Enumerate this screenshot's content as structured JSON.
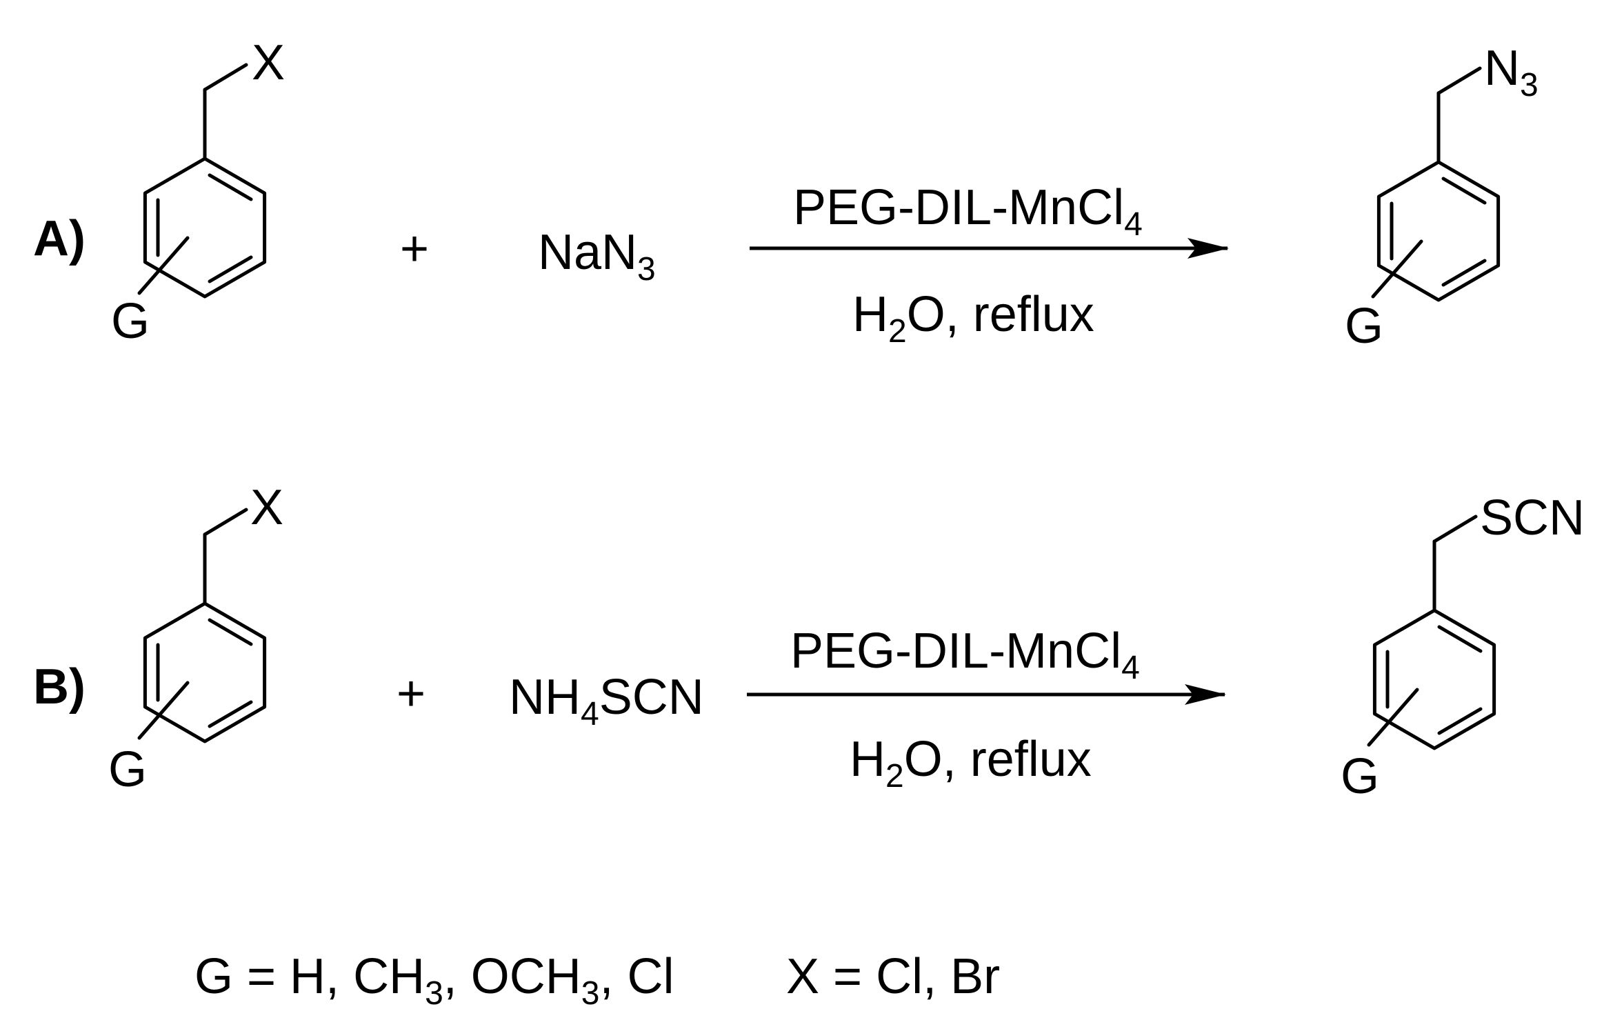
{
  "reaction_a": {
    "label": "A)",
    "reactant_leaving_group": "X",
    "reactant_substituent": "G",
    "plus": "+",
    "reagent": {
      "main": "NaN",
      "sub": "3"
    },
    "catalyst": {
      "main": "PEG-DIL-MnCl",
      "sub": "4"
    },
    "conditions": {
      "pre": "H",
      "sub": "2",
      "post": "O, reflux"
    },
    "product_group": {
      "main": "N",
      "sub": "3"
    },
    "product_substituent": "G"
  },
  "reaction_b": {
    "label": "B)",
    "reactant_leaving_group": "X",
    "reactant_substituent": "G",
    "plus": "+",
    "reagent": {
      "pre": "NH",
      "sub": "4",
      "post": "SCN"
    },
    "catalyst": {
      "main": "PEG-DIL-MnCl",
      "sub": "4"
    },
    "conditions": {
      "pre": "H",
      "sub": "2",
      "post": "O, reflux"
    },
    "product_group": "SCN",
    "product_substituent": "G"
  },
  "footnote": {
    "g_def": {
      "p1": "G = H, CH",
      "s1": "3",
      "p2": ", OCH",
      "s2": "3",
      "p3": ", Cl"
    },
    "x_def": "X = Cl, Br"
  }
}
